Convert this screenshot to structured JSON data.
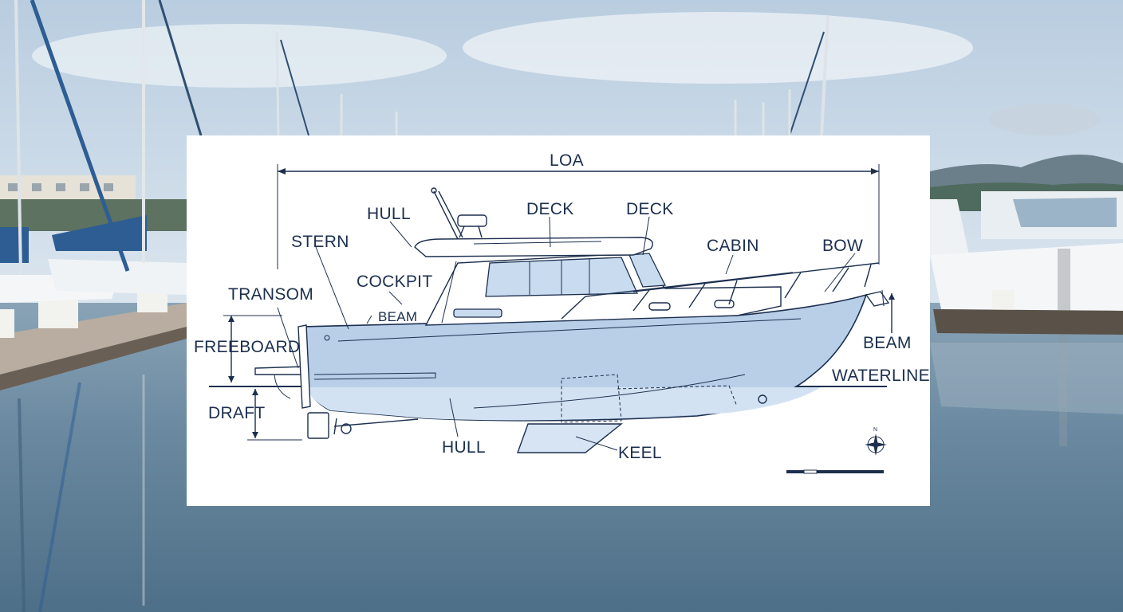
{
  "labels": {
    "loa": "LOA",
    "hull_top": "HULL",
    "deck_1": "DECK",
    "deck_2": "DECK",
    "stern": "STERN",
    "cabin": "CABIN",
    "bow": "BOW",
    "cockpit": "COCKPIT",
    "transom": "TRANSOM",
    "beam_small": "BEAM",
    "freeboard": "FREEBOARD",
    "beam_right": "BEAM",
    "waterline": "WATERLINE",
    "draft": "DRAFT",
    "hull_bottom": "HULL",
    "keel": "KEEL",
    "compass_n": "N"
  },
  "colors": {
    "ink": "#1c2f4e",
    "hull": "#b9cfe8",
    "sky": "#dfe8f1",
    "water": "#5f7f98"
  }
}
